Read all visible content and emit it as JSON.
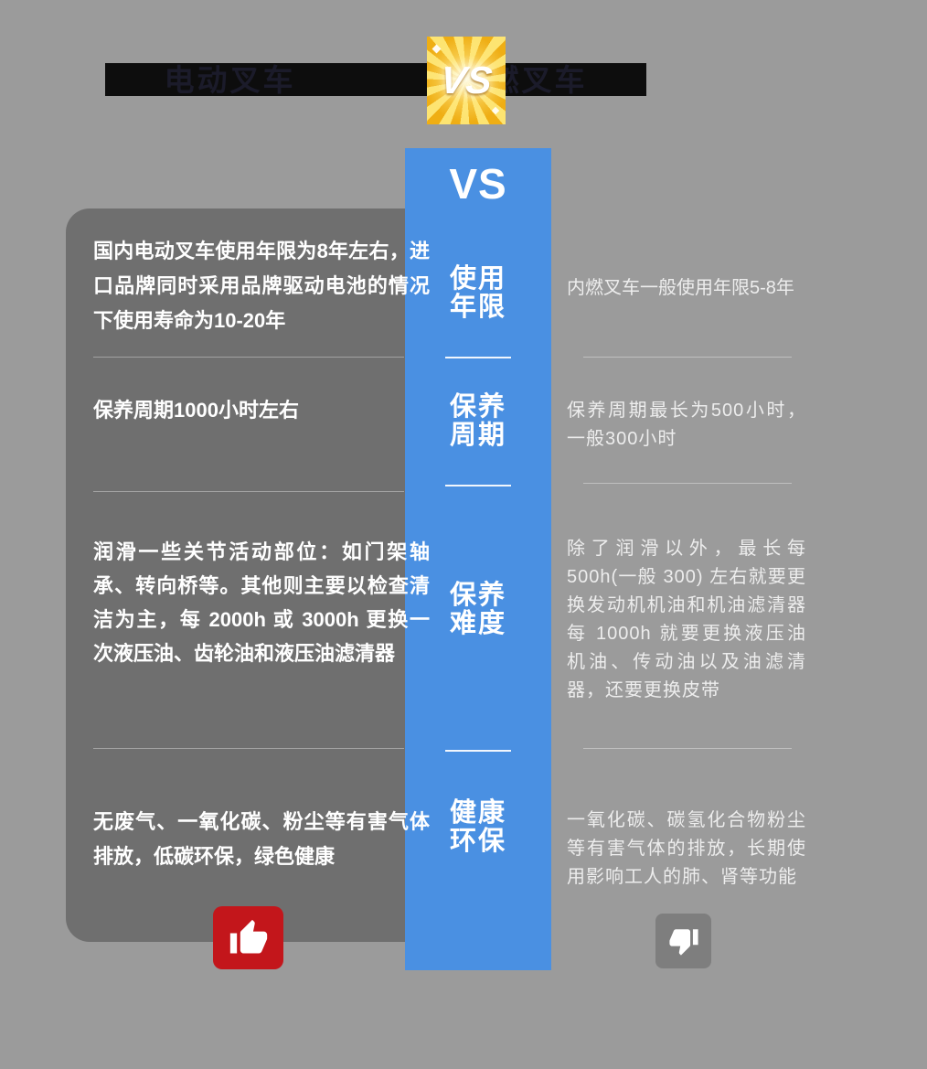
{
  "title": {
    "left": "电动叉车",
    "right": "内燃叉车",
    "badge": "VS"
  },
  "vs_label": "VS",
  "rows": [
    {
      "category_line1": "使用",
      "category_line2": "年限",
      "left": "国内电动叉车使用年限为8年左右，进口品牌同时采用品牌驱动电池的情况下使用寿命为10-20年",
      "right": "内燃叉车一般使用年限5-8年"
    },
    {
      "category_line1": "保养",
      "category_line2": "周期",
      "left": "保养周期1000小时左右",
      "right": "保养周期最长为500小时，一般300小时"
    },
    {
      "category_line1": "保养",
      "category_line2": "难度",
      "left": "润滑一些关节活动部位：如门架轴承、转向桥等。其他则主要以检查清洁为主，每 2000h 或 3000h 更换一次液压油、齿轮油和液压油滤清器",
      "right": "除了润滑以外，最长每 500h(一般 300) 左右就要更换发动机机油和机油滤清器每 1000h 就要更换液压油机油、传动油以及油滤清器，还要更换皮带"
    },
    {
      "category_line1": "健康",
      "category_line2": "环保",
      "left": "无废气、一氧化碳、粉尘等有害气体排放，低碳环保，绿色健康",
      "right": "一氧化碳、碳氢化合物粉尘等有害气体的排放，长期使用影响工人的肺、肾等功能"
    }
  ],
  "verdict": {
    "left_icon": "thumbs-up",
    "right_icon": "thumbs-down"
  },
  "colors": {
    "background": "#9b9b9b",
    "panel": "#6f6f6f",
    "accent_blue": "#4a90e2",
    "badge_gold": "#efae14",
    "thumb_up_red": "#c3161b",
    "thumb_down_gray": "#7e7e7e"
  }
}
